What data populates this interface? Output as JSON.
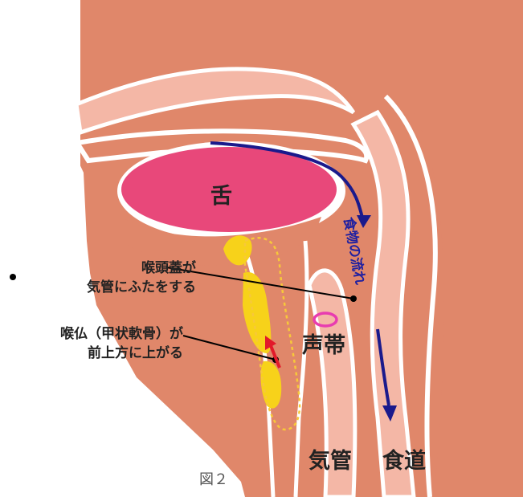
{
  "labels": {
    "tongue": "舌",
    "epiglottis_line1": "喉頭蓋が",
    "epiglottis_line2": "気管にふたをする",
    "larynx_line1": "喉仏（甲状軟骨）が",
    "larynx_line2": "前上方に上がる",
    "vocal_cords": "声帯",
    "trachea": "気管",
    "esophagus": "食道",
    "food_flow": "食物の流れ",
    "figure_caption": "図２"
  },
  "colors": {
    "tissue": "#e0876a",
    "outline": "#ffffff",
    "tongue": "#e8487a",
    "epiglottis": "#f7d21a",
    "food_flow_arrow": "#1a1a8c",
    "larynx_arrow": "#e21a2a",
    "vocal_cords_ring": "#e83cb0"
  }
}
